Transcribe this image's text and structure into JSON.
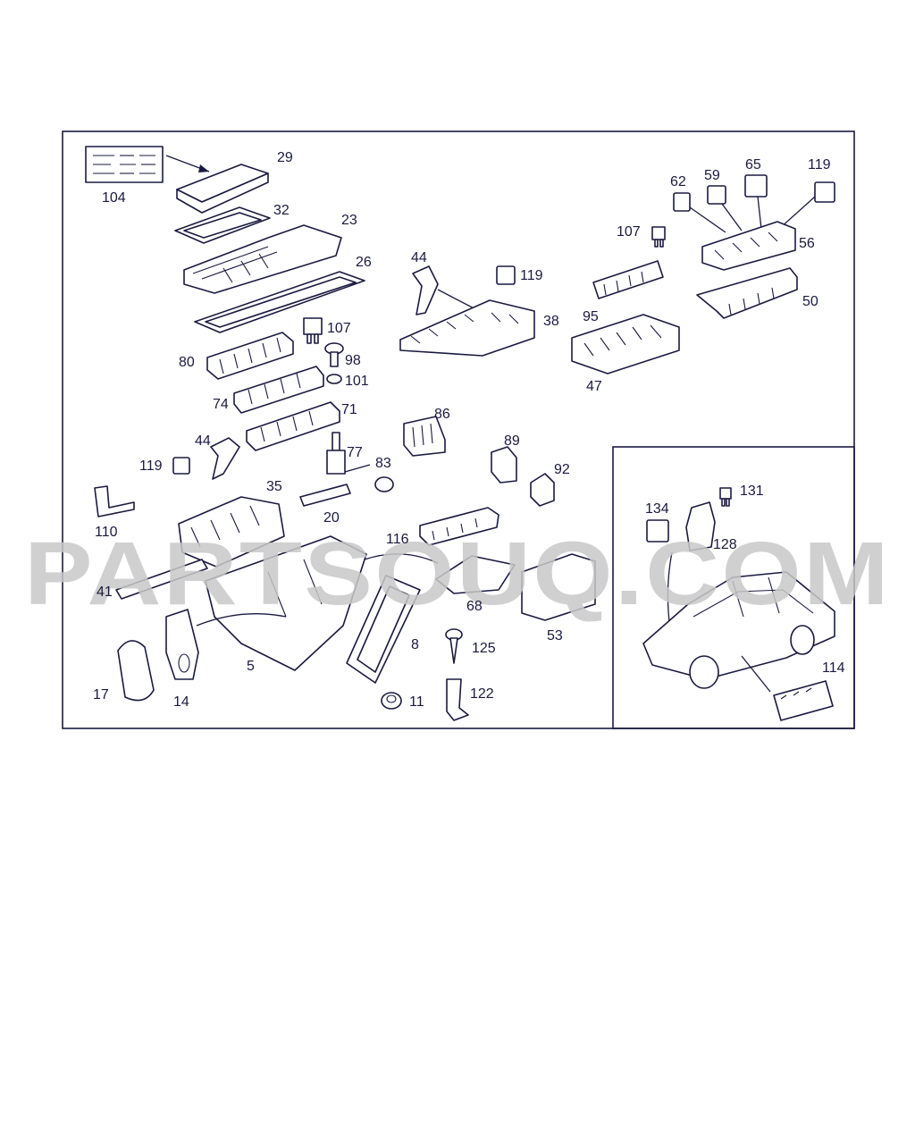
{
  "watermark": "PARTSOUQ.COM",
  "callouts": {
    "p104": "104",
    "p29": "29",
    "p32": "32",
    "p23": "23",
    "p26": "26",
    "p107a": "107",
    "p98": "98",
    "p80": "80",
    "p101": "101",
    "p74": "74",
    "p71": "71",
    "p44a": "44",
    "p119a": "119",
    "p38": "38",
    "p95": "95",
    "p47": "47",
    "p107b": "107",
    "p62": "62",
    "p59": "59",
    "p65": "65",
    "p119b": "119",
    "p56": "56",
    "p50": "50",
    "p86": "86",
    "p89": "89",
    "p92": "92",
    "p44b": "44",
    "p119c": "119",
    "p77": "77",
    "p83": "83",
    "p35": "35",
    "p20": "20",
    "p110": "110",
    "p116": "116",
    "p41": "41",
    "p68": "68",
    "p53": "53",
    "p8": "8",
    "p5": "5",
    "p125": "125",
    "p17": "17",
    "p14": "14",
    "p122": "122",
    "p11": "11",
    "p134": "134",
    "p131": "131",
    "p128": "128",
    "p114": "114"
  },
  "colors": {
    "ink": "#1a1a40",
    "watermark": "#c8c8c8",
    "background": "#ffffff"
  }
}
